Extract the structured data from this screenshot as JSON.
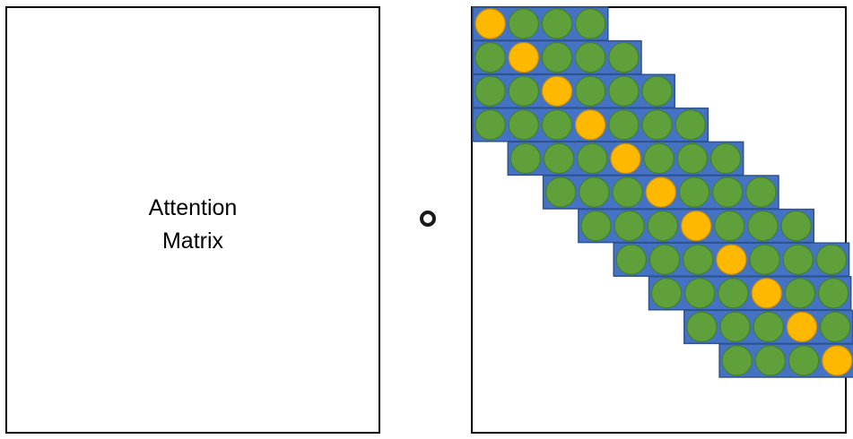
{
  "diagram": {
    "matrix_label_line1": "Attention",
    "matrix_label_line2": "Matrix",
    "operator": "hadamard-product",
    "colors": {
      "band_fill": "#4472c4",
      "band_stroke": "#2f528f",
      "neighbor_fill": "#5fa03b",
      "neighbor_stroke": "#43802a",
      "self_fill": "#ffb800",
      "self_stroke": "#c78e00",
      "border": "#000000"
    },
    "rows": [
      {
        "cells": 4,
        "self_index": 0
      },
      {
        "cells": 5,
        "self_index": 1
      },
      {
        "cells": 6,
        "self_index": 2
      },
      {
        "cells": 7,
        "self_index": 3
      },
      {
        "cells": 7,
        "self_index": 3
      },
      {
        "cells": 7,
        "self_index": 3
      },
      {
        "cells": 7,
        "self_index": 3
      },
      {
        "cells": 7,
        "self_index": 3
      },
      {
        "cells": 6,
        "self_index": 3
      },
      {
        "cells": 5,
        "self_index": 3
      },
      {
        "cells": 4,
        "self_index": 3
      }
    ]
  }
}
